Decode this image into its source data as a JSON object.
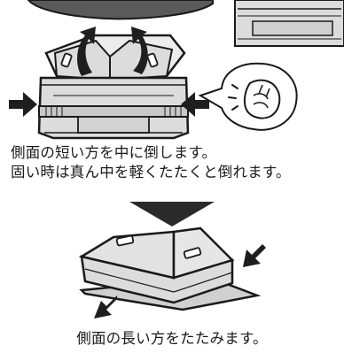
{
  "step1": {
    "line1": "側面の短い方を中に倒します。",
    "line2": "固い時は真ん中を軽くたたくと倒れます。"
  },
  "step2": {
    "line1": "側面の長い方をたたみます。"
  },
  "icons": {
    "lift_arrows": "curved-up-arrow-icon",
    "push_arrows": "push-arrow-icon",
    "tap_hint": "knocking-fist-icon",
    "next_step": "down-triangle-icon"
  },
  "colors": {
    "box_fill": "#dcdcdc",
    "box_shade": "#bdbdbd",
    "ink": "#1a1a1a",
    "arrow": "#1e1e1e",
    "dark_oval": "#5a5a5a"
  }
}
